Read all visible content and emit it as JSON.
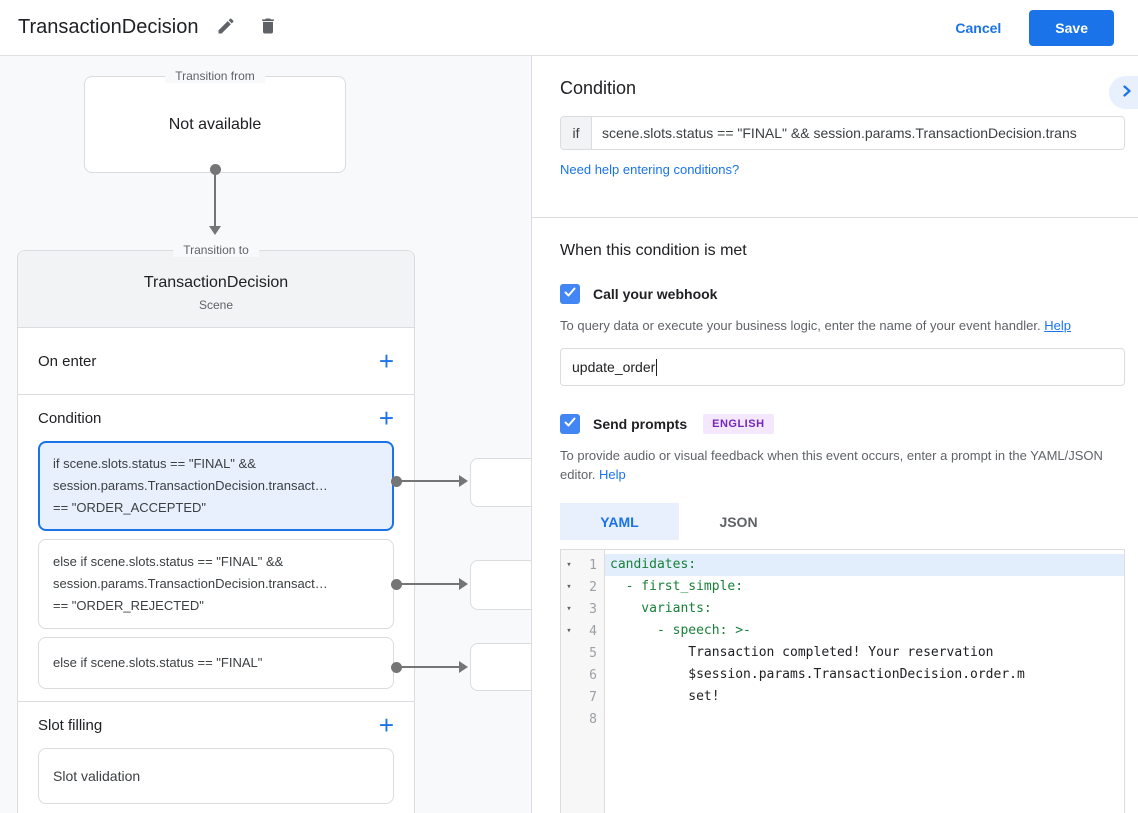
{
  "appbar": {
    "title": "TransactionDecision",
    "cancel_label": "Cancel",
    "save_label": "Save"
  },
  "canvas": {
    "transition_from": {
      "legend": "Transition from",
      "content": "Not available"
    },
    "transition_to": {
      "legend": "Transition to",
      "title": "TransactionDecision",
      "subtitle": "Scene",
      "on_enter_label": "On enter",
      "condition_label": "Condition",
      "slot_filling_label": "Slot filling",
      "plus": "+",
      "conditions": [
        {
          "lines": [
            "if scene.slots.status == \"FINAL\" &&",
            "session.params.TransactionDecision.transact…",
            "== \"ORDER_ACCEPTED\""
          ]
        },
        {
          "lines": [
            "else if scene.slots.status == \"FINAL\" &&",
            "session.params.TransactionDecision.transact…",
            "== \"ORDER_REJECTED\""
          ]
        },
        {
          "lines": [
            "else if scene.slots.status == \"FINAL\""
          ]
        }
      ],
      "slot_card": "Slot validation"
    }
  },
  "panel": {
    "condition": {
      "heading": "Condition",
      "if_label": "if",
      "if_value": "scene.slots.status == \"FINAL\" && session.params.TransactionDecision.trans",
      "help_link": "Need help entering conditions?"
    },
    "when_met": {
      "heading": "When this condition is met",
      "webhook_label": "Call your webhook",
      "webhook_helper": "To query data or execute your business logic, enter the name of your event handler.",
      "webhook_helper_link": "Help",
      "webhook_value": "update_order",
      "prompts_label": "Send prompts",
      "prompts_badge": "ENGLISH",
      "prompts_helper": "To provide audio or visual feedback when this event occurs, enter a prompt in the YAML/JSON editor.",
      "prompts_helper_link": "Help",
      "tab_yaml": "YAML",
      "tab_json": "JSON",
      "active_tab": "YAML"
    },
    "editor": {
      "lines": [
        {
          "num": "1",
          "code": "candidates:"
        },
        {
          "num": "2",
          "code": "  - first_simple:"
        },
        {
          "num": "3",
          "code": "    variants:"
        },
        {
          "num": "4",
          "code": "      - speech: >-"
        },
        {
          "num": "5",
          "code": "          Transaction completed! Your reservation"
        },
        {
          "num": "6",
          "code": "          $session.params.TransactionDecision.order.m"
        },
        {
          "num": "7",
          "code": "          set!"
        },
        {
          "num": "8",
          "code": ""
        }
      ]
    }
  },
  "colors": {
    "accent_blue": "#1a73e8",
    "selected_bg": "#e8f0fe",
    "yaml_key_green": "#188038",
    "badge_purple": "#7627bb",
    "badge_bg": "#f3e8fd"
  }
}
